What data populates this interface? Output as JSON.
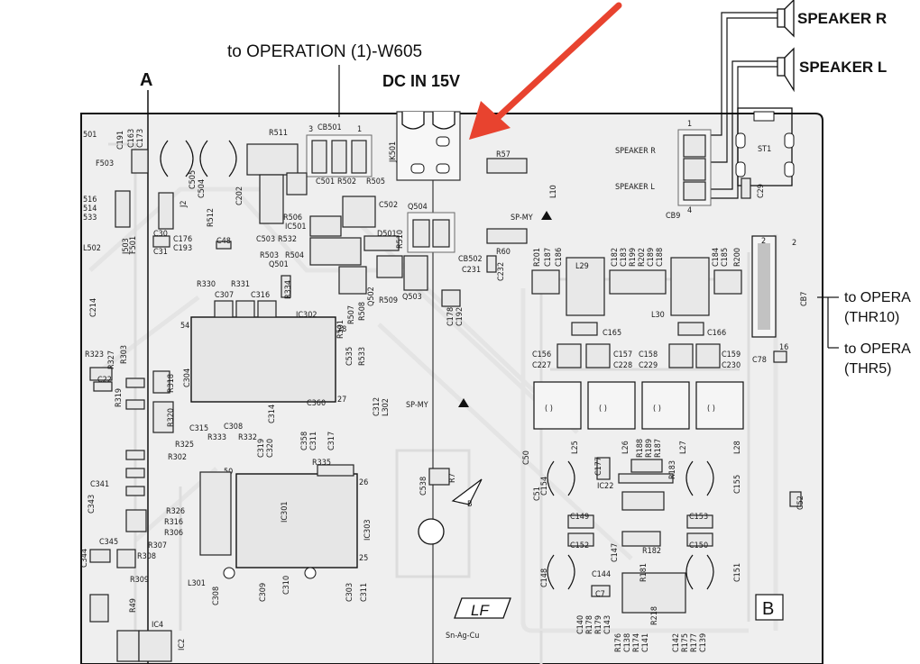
{
  "labels": {
    "to_operation": "to OPERATION (1)-W605",
    "dc_in": "DC IN 15V",
    "section_a": "A",
    "speaker_r": "SPEAKER R",
    "speaker_l": "SPEAKER L",
    "to_opera_1": "to OPERA",
    "thr10": "(THR10)",
    "to_opera_2": "to OPERA",
    "thr5": "(THR5)",
    "section_b": "B",
    "lf": "LF",
    "sn_ag_cu": "Sn-Ag-Cu",
    "sp_my_1": "SP-MY",
    "sp_my_2": "SP-MY"
  },
  "connectors": {
    "cb501": "CB501",
    "jk501": "JK501",
    "cb9": "CB9",
    "cb7": "CB7",
    "st1": "ST1",
    "cb9_speaker_r": "SPEAKER R",
    "cb9_speaker_l": "SPEAKER L"
  },
  "ics": {
    "ic302": "IC302",
    "ic301": "IC301",
    "ic303": "IC303",
    "ic501": "IC501",
    "ic22": "IC22",
    "ic4": "IC4",
    "ic2": "IC2"
  },
  "refs": [
    "501",
    "C191",
    "C163",
    "C173",
    "F503",
    "R511",
    "C505",
    "C504",
    "516",
    "514",
    "533",
    "J2",
    "C176",
    "C193",
    "C48",
    "L502",
    "J503",
    "F501",
    "C30",
    "C31",
    "R512",
    "C202",
    "C503",
    "R532",
    "R506",
    "R503",
    "R504",
    "Q501",
    "C501",
    "R502",
    "R505",
    "C502",
    "Q504",
    "D501",
    "R510",
    "R57",
    "L10",
    "CB502",
    "C231",
    "C232",
    "R60",
    "Q502",
    "R509",
    "Q503",
    "R507",
    "R508",
    "R501",
    "C535",
    "R533",
    "R330",
    "R331",
    "C307",
    "C316",
    "R334",
    "C214",
    "R323",
    "R327",
    "R303",
    "C22",
    "R319",
    "R318",
    "C304",
    "C360",
    "C312",
    "L302",
    "C315",
    "C308",
    "R333",
    "R332",
    "C319",
    "C320",
    "C314",
    "C358",
    "C311",
    "C317",
    "R320",
    "R325",
    "R302",
    "C343",
    "C341",
    "R326",
    "R316",
    "R306",
    "R307",
    "R308",
    "C344",
    "C345",
    "R309",
    "R335",
    "C538",
    "R7",
    "C178",
    "C192",
    "L301",
    "C308",
    "C309",
    "C310",
    "C303",
    "C311",
    "R49",
    "R201",
    "C187",
    "C186",
    "L29",
    "C182",
    "C183",
    "R199",
    "R202",
    "C189",
    "C188",
    "C184",
    "C185",
    "R200",
    "C165",
    "C166",
    "L30",
    "C156",
    "C227",
    "C157",
    "C228",
    "C158",
    "C229",
    "C159",
    "C230",
    "L25",
    "L26",
    "L27",
    "L28",
    "C50",
    "C154",
    "C177",
    "C51",
    "R188",
    "R189",
    "R187",
    "R183",
    "C155",
    "C149",
    "C153",
    "C152",
    "C150",
    "C148",
    "C144",
    "C147",
    "R182",
    "R181",
    "C151",
    "C7",
    "C140",
    "R178",
    "R179",
    "C143",
    "R176",
    "C138",
    "R174",
    "C141",
    "R218",
    "C142",
    "R175",
    "R177",
    "C139",
    "C52",
    "C29",
    "C78"
  ]
}
